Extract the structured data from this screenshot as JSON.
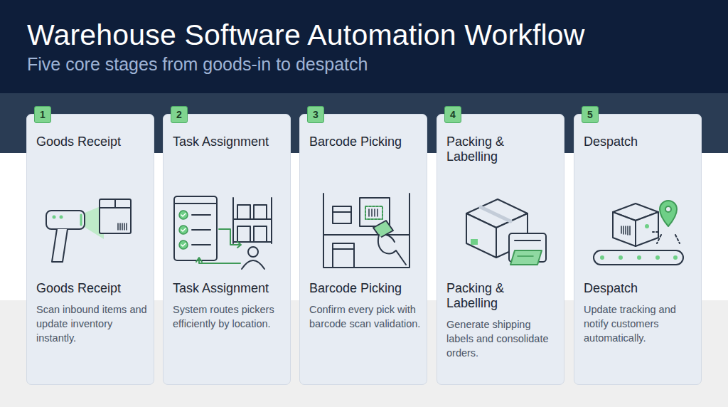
{
  "diagram": {
    "title": "Warehouse Software Automation Workflow",
    "nodes": [
      {
        "text": [
          "Goods Receipt",
          "Goods Receipt",
          "Scan inbound items and update inventory instantly."
        ]
      },
      {
        "text": [
          "1"
        ],
        "in": 0
      },
      {
        "text": [
          "Task Assignment",
          "Task Assignment",
          "System routes pickers efficiently by location."
        ]
      },
      {
        "text": [
          "2"
        ],
        "in": 2
      },
      {
        "text": [
          "Barcode Picking",
          "Barcode Picking",
          "Confirm every pick with barcode scan validation."
        ]
      },
      {
        "text": [
          "3"
        ],
        "in": 4
      },
      {
        "text": [
          "Packing & Labelling",
          "Packing & Labelling",
          "Generate shipping labels and consolidate orders."
        ]
      },
      {
        "text": [
          "4"
        ],
        "in": 6
      },
      {
        "text": [
          "Despatch",
          "Despatch",
          "Update tracking and notify customers automatically."
        ]
      },
      {
        "text": [
          "5"
        ],
        "in": 8
      }
    ],
    "labels": [
      "Five core stages from goods-in to despatch"
    ]
  }
}
